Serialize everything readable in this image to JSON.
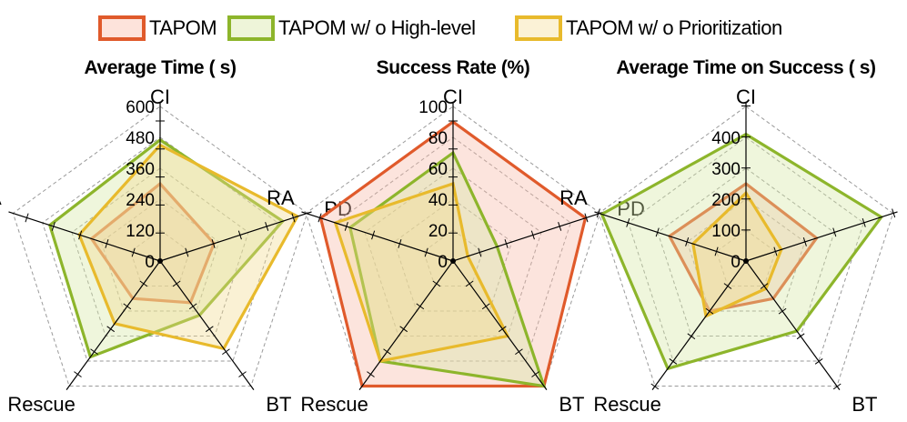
{
  "legend": {
    "items": [
      {
        "label": "TAPOM",
        "stroke": "#e05a2b",
        "fill": "#fde3db"
      },
      {
        "label": "TAPOM w/ o High-level",
        "stroke": "#8db52b",
        "fill": "#eef5d9"
      },
      {
        "label": "TAPOM w/ o Prioritization",
        "stroke": "#e8ba2c",
        "fill": "#fbf2d6"
      }
    ]
  },
  "chart_data": [
    {
      "type": "radar",
      "title": "Average Time ( s)",
      "axes": [
        "CI",
        "PD",
        "BT",
        "Rescue",
        "RA"
      ],
      "ticks": [
        0,
        120,
        240,
        360,
        480,
        600
      ],
      "tick_labels": [
        "0",
        "120",
        "240",
        "360",
        "480",
        "600"
      ],
      "range": [
        0,
        600
      ],
      "series": [
        {
          "name": "TAPOM",
          "values": [
            300,
            220,
            200,
            180,
            280
          ]
        },
        {
          "name": "TAPOM w/ o High-level",
          "values": [
            470,
            500,
            260,
            460,
            450
          ]
        },
        {
          "name": "TAPOM w/ o Prioritization",
          "values": [
            450,
            560,
            420,
            300,
            330
          ]
        }
      ]
    },
    {
      "type": "radar",
      "title": "Success Rate (%)",
      "axes": [
        "CI",
        "PD",
        "BT",
        "Rescue",
        "RA"
      ],
      "ticks": [
        0,
        20,
        40,
        60,
        80,
        100
      ],
      "tick_labels": [
        "0",
        "20",
        "40",
        "60",
        "80",
        "100"
      ],
      "range": [
        0,
        100
      ],
      "series": [
        {
          "name": "TAPOM",
          "values": [
            90,
            90,
            100,
            100,
            90
          ]
        },
        {
          "name": "TAPOM w/ o High-level",
          "values": [
            70,
            30,
            100,
            80,
            70
          ]
        },
        {
          "name": "TAPOM w/ o Prioritization",
          "values": [
            50,
            10,
            60,
            80,
            80
          ]
        }
      ]
    },
    {
      "type": "radar",
      "title": "Average Time on Success ( s)",
      "axes": [
        "CI",
        "PD",
        "BT",
        "Rescue",
        "RA"
      ],
      "ticks": [
        0,
        100,
        200,
        300,
        400
      ],
      "tick_labels": [
        "0",
        "100",
        "200",
        "300",
        "400"
      ],
      "range": [
        0,
        500
      ],
      "series": [
        {
          "name": "TAPOM",
          "values": [
            250,
            240,
            150,
            200,
            260
          ]
        },
        {
          "name": "TAPOM w/ o High-level",
          "values": [
            410,
            460,
            280,
            430,
            490
          ]
        },
        {
          "name": "TAPOM w/ o Prioritization",
          "values": [
            220,
            120,
            110,
            220,
            180
          ]
        }
      ]
    }
  ]
}
